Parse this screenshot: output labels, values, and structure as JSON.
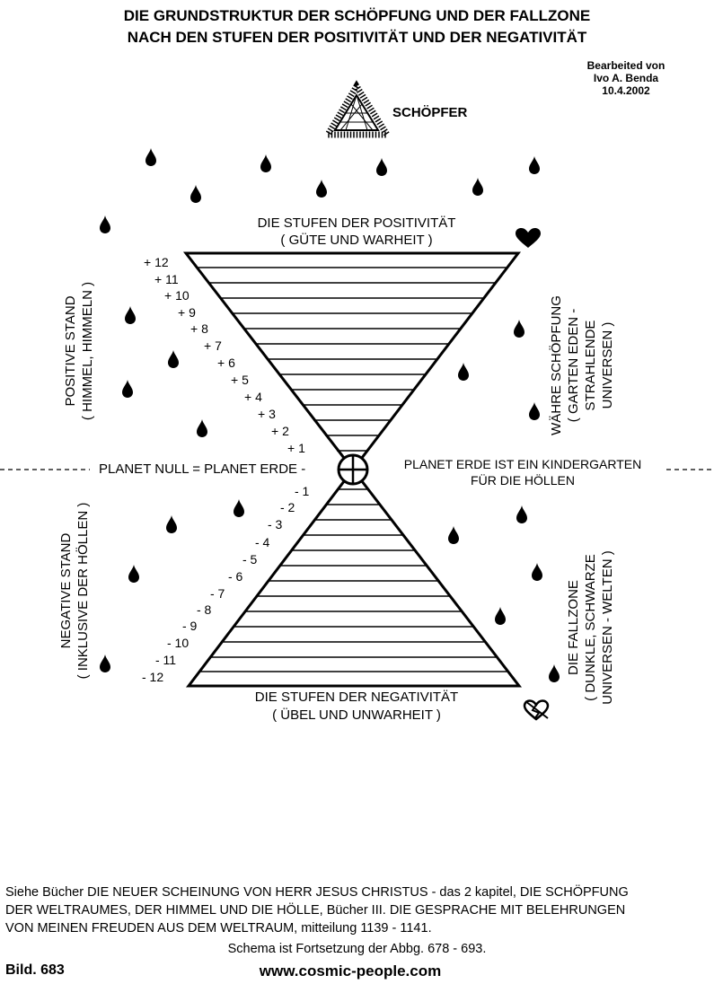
{
  "title": {
    "line1": "DIE GRUNDSTRUKTUR DER SCHÖPFUNG UND DER FALLZONE",
    "line2": "NACH DEN STUFEN DER POSITIVITÄT UND DER NEGATIVITÄT"
  },
  "credit": {
    "line1": "Bearbeited von",
    "line2": "Ivo A. Benda",
    "line3": "10.4.2002"
  },
  "creator_label": "SCHÖPFER",
  "top_triangle": {
    "heading1": "DIE STUFEN DER POSITIVITÄT",
    "heading2": "( GÜTE UND WARHEIT )",
    "levels": [
      "+ 12",
      "+ 11",
      "+ 10",
      "+ 9",
      "+ 8",
      "+ 7",
      "+ 6",
      "+ 5",
      "+ 4",
      "+ 3",
      "+ 2",
      "+ 1"
    ]
  },
  "bottom_triangle": {
    "heading1": "DIE  STUFEN DER NEGATIVITÄT",
    "heading2": "( ÜBEL UND UNWARHEIT )",
    "levels": [
      "- 1",
      "- 2",
      "- 3",
      "- 4",
      "- 5",
      "- 6",
      "- 7",
      "- 8",
      "- 9",
      "- 10",
      "- 11",
      "- 12"
    ]
  },
  "center_left": "PLANET NULL = PLANET ERDE -",
  "center_right1": "PLANET ERDE IST EIN KINDERGARTEN",
  "center_right2": "FÜR DIE HÖLLEN",
  "side_labels": {
    "left_top1": "POSITIVE STAND",
    "left_top2": "( HIMMEL, HIMMELN )",
    "right_top1": "WÄHRE SCHÖPFUNG",
    "right_top2": "( GARTEN EDEN -",
    "right_top3": "STRAHLENDE",
    "right_top4": "UNIVERSEN )",
    "left_bottom1": "NEGATIVE STAND",
    "left_bottom2": "( INKLUSIVE DER HÖLLEN )",
    "right_bottom1": "DIE FALLZONE",
    "right_bottom2": "( DUNKLE, SCHWARZE",
    "right_bottom3": "UNIVERSEN - WELTEN )"
  },
  "footer": {
    "line1": "Siehe Bücher DIE NEUER SCHEINUNG VON HERR JESUS CHRISTUS - das 2 kapitel, DIE SCHÖPFUNG",
    "line2": "DER WELTRAUMES, DER HIMMEL UND DIE HÖLLE, Bücher III. DIE GESPRACHE MIT BELEHRUNGEN",
    "line3": "VON MEINEN FREUDEN AUS DEM  WELTRAUM, mitteilung 1139 - 1141.",
    "schema": "Schema ist  Fortsetzung der  Abbg. 678 - 693.",
    "bild": "Bild. 683",
    "website": "www.cosmic-people.com"
  },
  "icons": [
    "radiant-triangle-icon",
    "heart-icon",
    "broken-heart-icon",
    "planet-earth-cross-icon",
    "flame-drop-icon"
  ]
}
